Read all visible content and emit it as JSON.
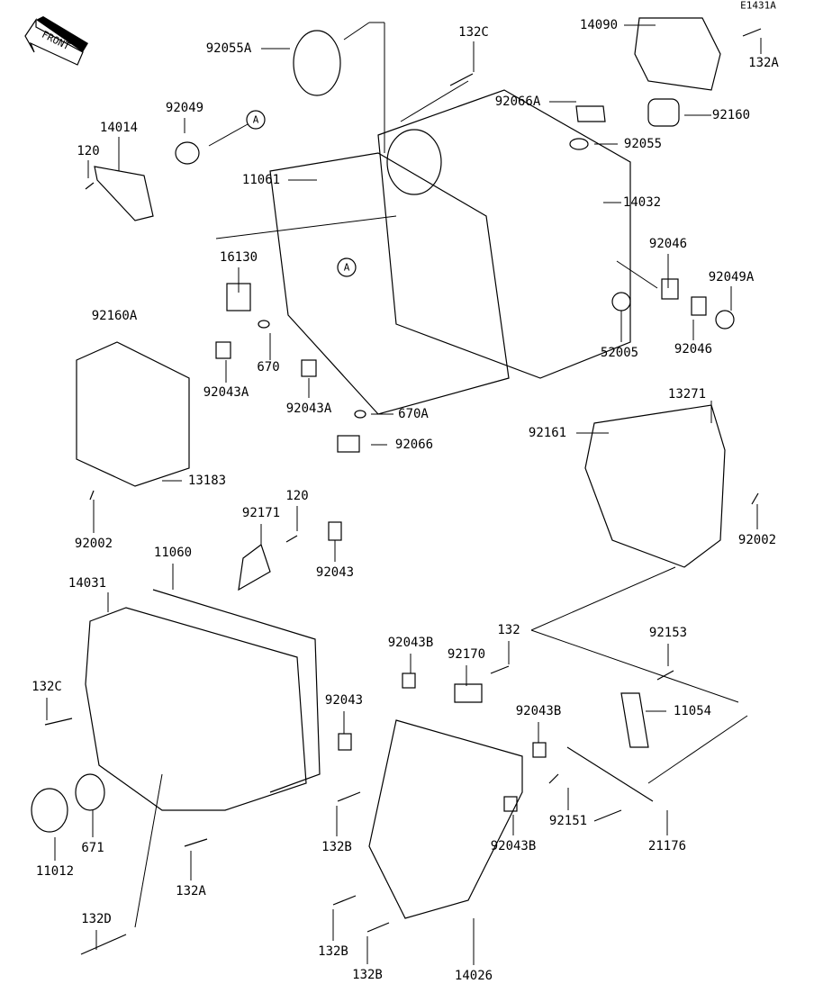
{
  "diagram_code": "E1431A",
  "front_label": "FRONT",
  "ref_marker": "A",
  "labels": {
    "p92055A": "92055A",
    "p132C_top": "132C",
    "p14090": "14090",
    "p132A_top": "132A",
    "p92066A": "92066A",
    "p92160": "92160",
    "p92049": "92049",
    "p14014": "14014",
    "p120_top": "120",
    "p92055": "92055",
    "p11061": "11061",
    "p14032": "14032",
    "p16130": "16130",
    "p92046_a": "92046",
    "p92049A": "92049A",
    "p92160A": "92160A",
    "p670": "670",
    "p52005": "52005",
    "p92046_b": "92046",
    "p92043A_a": "92043A",
    "p92043A_b": "92043A",
    "p670A": "670A",
    "p13271": "13271",
    "p92161": "92161",
    "p92066": "92066",
    "p13183": "13183",
    "p120_mid": "120",
    "p92171": "92171",
    "p92002_l": "92002",
    "p92002_r": "92002",
    "p11060": "11060",
    "p92043_a": "92043",
    "p14031": "14031",
    "p132": "132",
    "p92153": "92153",
    "p92043B_a": "92043B",
    "p92170": "92170",
    "p132C_l": "132C",
    "p92043B_b": "92043B",
    "p11054": "11054",
    "p92043_b": "92043",
    "p92151": "92151",
    "p92043B_c": "92043B",
    "p21176": "21176",
    "p132B_a": "132B",
    "p671": "671",
    "p11012": "11012",
    "p132A_b": "132A",
    "p132D": "132D",
    "p132B_b": "132B",
    "p132B_c": "132B",
    "p14026": "14026"
  }
}
